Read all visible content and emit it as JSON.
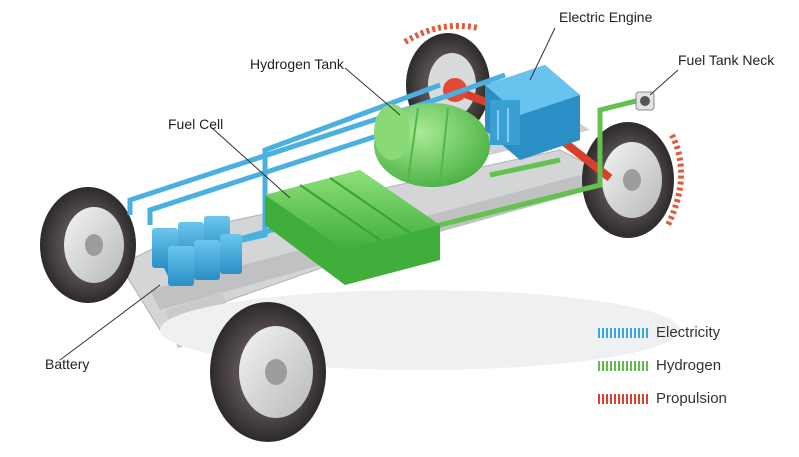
{
  "labels": {
    "electric_engine": "Electric Engine",
    "hydrogen_tank": "Hydrogen Tank",
    "fuel_tank_neck": "Fuel Tank Neck",
    "fuel_cell": "Fuel Cell",
    "battery": "Battery"
  },
  "legend": {
    "electricity": "Electricity",
    "hydrogen": "Hydrogen",
    "propulsion": "Propulsion"
  },
  "colors": {
    "electricity": "#3ba6d8",
    "hydrogen": "#5cbf4a",
    "propulsion": "#d9402a",
    "chassis": "#c9cbcd",
    "tire": "#3a3535"
  }
}
